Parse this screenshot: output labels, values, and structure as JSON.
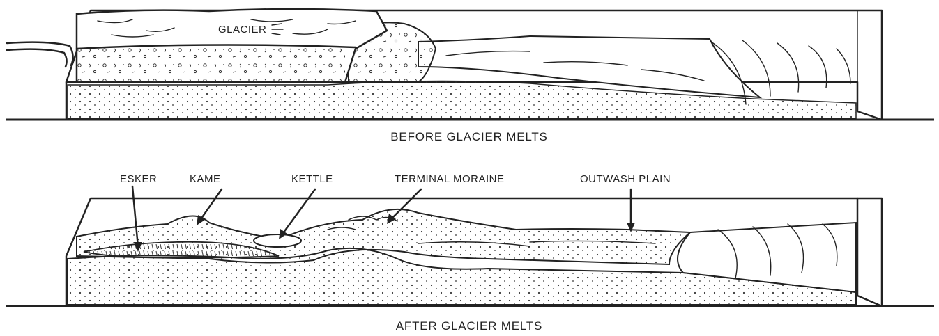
{
  "top_panel": {
    "glacier_label": "GLACIER",
    "caption": "BEFORE GLACIER MELTS"
  },
  "bottom_panel": {
    "labels": {
      "esker": "ESKER",
      "kame": "KAME",
      "kettle": "KETTLE",
      "terminal_moraine": "TERMINAL MORAINE",
      "outwash_plain": "OUTWASH PLAIN"
    },
    "caption": "AFTER GLACIER MELTS"
  }
}
